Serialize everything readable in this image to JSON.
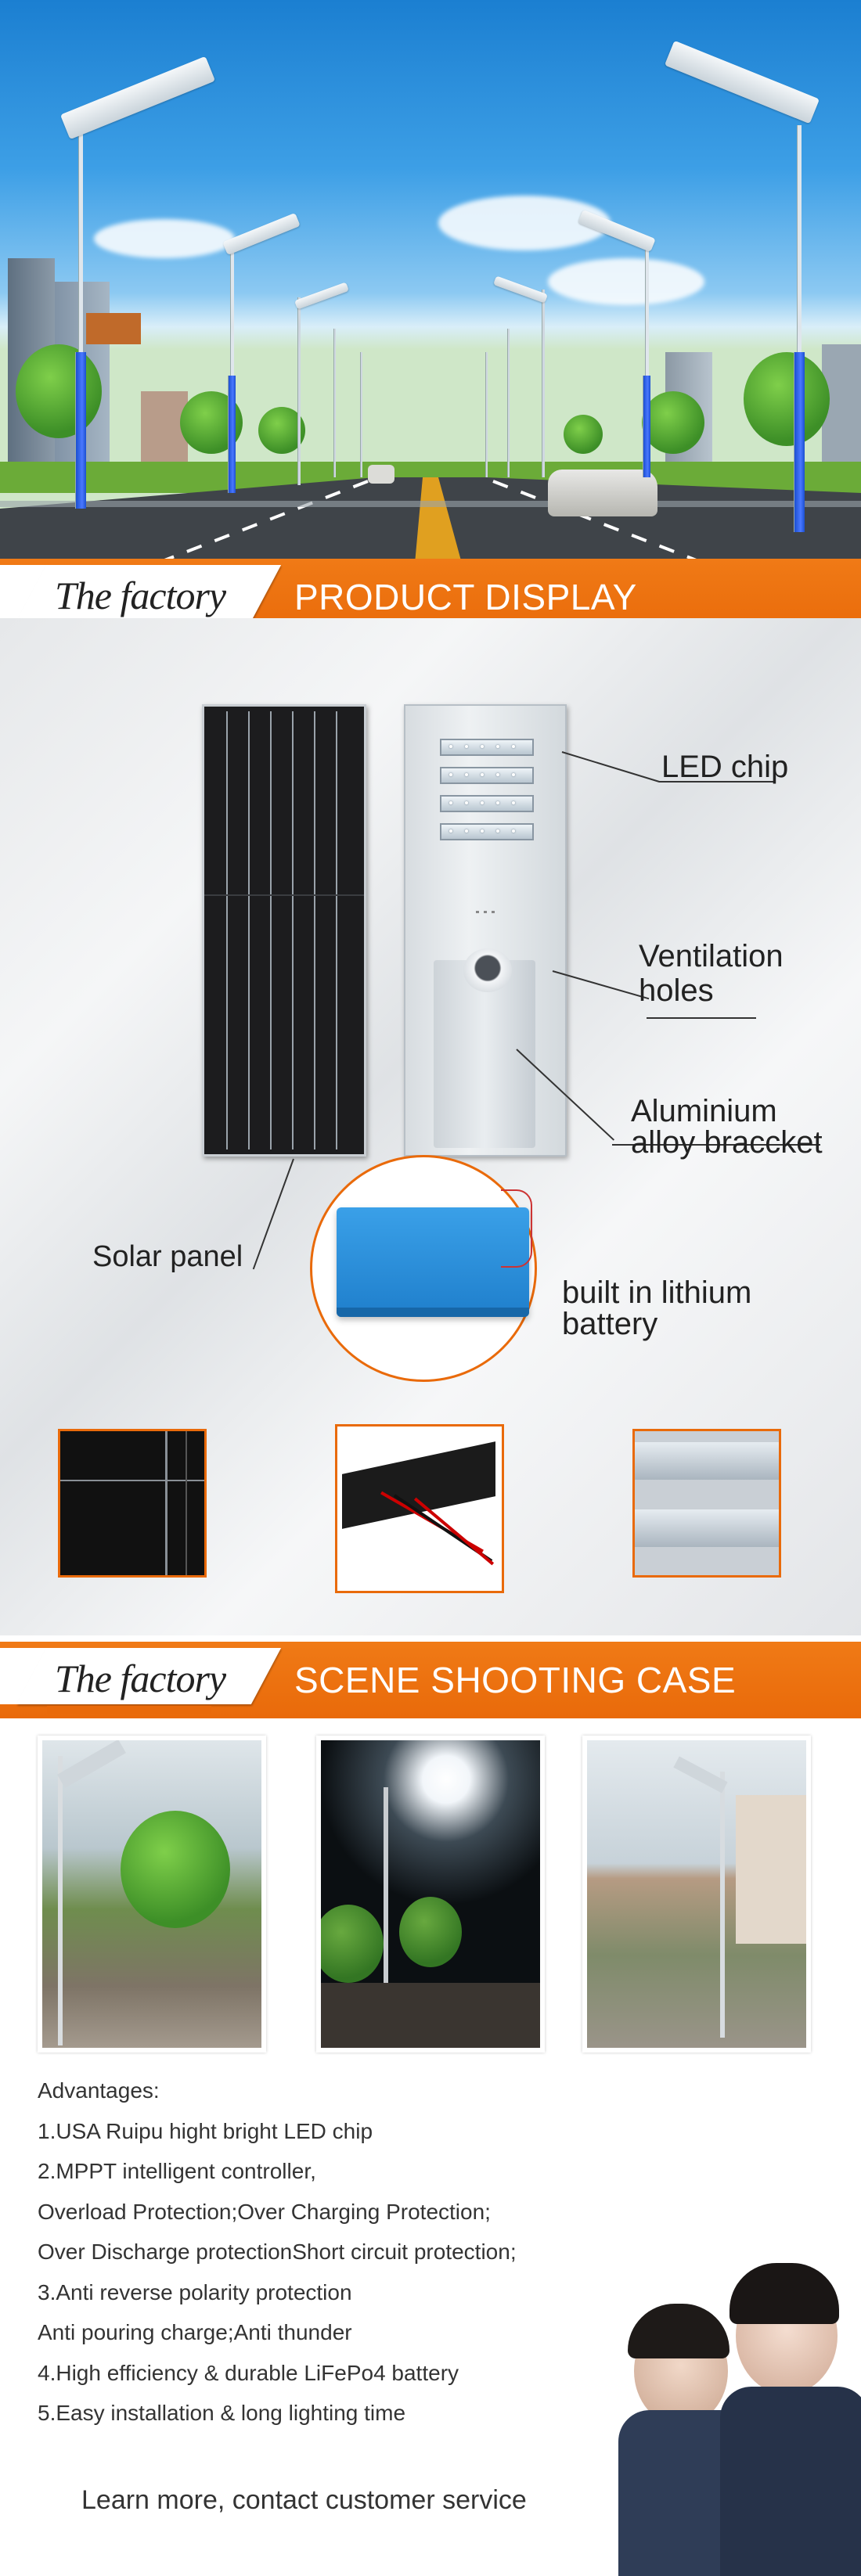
{
  "colors": {
    "accent": "#e96a0a",
    "sky": "#2a8ee0"
  },
  "banner1": {
    "tag": "The factory",
    "title": "PRODUCT DISPLAY"
  },
  "banner2": {
    "tag": "The factory",
    "title": "SCENE SHOOTING CASE"
  },
  "display": {
    "led_chip": "LED  chip",
    "ventilation_1": "Ventilation",
    "ventilation_2": "holes",
    "aluminium_1": "Aluminium",
    "aluminium_2": "alloy braccket",
    "solar_panel": "Solar panel",
    "battery_1": "built in lithium",
    "battery_2": "battery"
  },
  "advantages": {
    "title": "Advantages:",
    "items": [
      "1.USA Ruipu hight bright LED chip",
      "2.MPPT intelligent controller,",
      "Overload Protection;Over Charging Protection;",
      "Over Discharge protectionShort circuit protection;",
      "3.Anti reverse polarity protection",
      "Anti pouring charge;Anti thunder",
      "4.High efficiency & durable LiFePo4 battery",
      "5.Easy installation & long lighting time"
    ]
  },
  "footer": {
    "contact": "Learn more, contact customer service"
  }
}
